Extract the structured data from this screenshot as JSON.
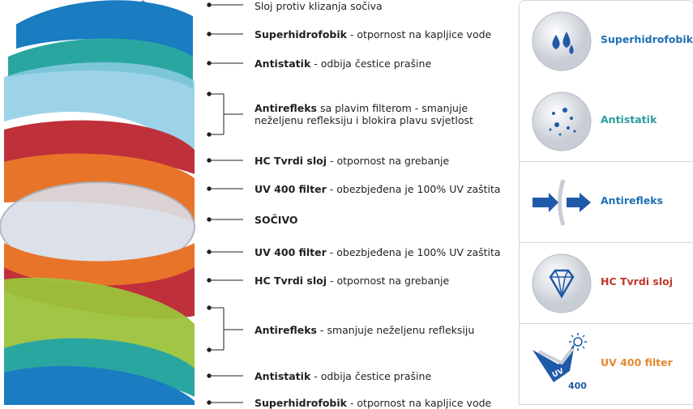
{
  "layers": [
    {
      "bold": "",
      "text": "Sloj protiv klizanja sočiva"
    },
    {
      "bold": "Superhidrofobik",
      "text": " - otpornost na kapljice vode"
    },
    {
      "bold": "Antistatik",
      "text": " - odbija čestice prašine"
    },
    {
      "bold": "Antirefleks",
      "text": " sa plavim filterom - smanjuje",
      "line2": "neželjenu refleksiju i blokira plavu svjetlost"
    },
    {
      "bold": "HC Tvrdi sloj",
      "text": " - otpornost na grebanje"
    },
    {
      "bold": "UV 400 filter",
      "text": " - obezbjeđena je 100% UV zaštita"
    },
    {
      "bold": "SOČIVO",
      "text": ""
    },
    {
      "bold": "UV 400 filter",
      "text": " - obezbjeđena je 100% UV zaštita"
    },
    {
      "bold": "HC Tvrdi sloj",
      "text": " - otpornost na grebanje"
    },
    {
      "bold": "Antirefleks",
      "text": " - smanjuje neželjenu refleksiju"
    },
    {
      "bold": "Antistatik",
      "text": " - odbija čestice prašine"
    },
    {
      "bold": "Superhidrofobik",
      "text": " - otpornost na kapljice vode"
    }
  ],
  "features": [
    {
      "title": "Superhidrofobik",
      "icon": "water-drops-icon",
      "color": "#1f6fb5"
    },
    {
      "title": "Antistatik",
      "icon": "dust-particles-icon",
      "color": "#2a9d9a"
    },
    {
      "title": "Antirefleks",
      "icon": "reflection-arrows-icon",
      "color": "#1f6fb5"
    },
    {
      "title": "HC Tvrdi sloj",
      "icon": "diamond-icon",
      "color": "#c0392b"
    },
    {
      "title": "UV 400 filter",
      "icon": "uv-sun-icon",
      "color": "#e8892f",
      "badge": "UV",
      "badge2": "400"
    }
  ],
  "colors": {
    "purple": "#7b3f9e",
    "blue": "#1a7cc1",
    "teal": "#2aa6a1",
    "lightblue": "#8ccbe4",
    "red": "#c0303a",
    "orange": "#e8742a",
    "lens": "#d9dde6",
    "green": "#9cc23b"
  }
}
